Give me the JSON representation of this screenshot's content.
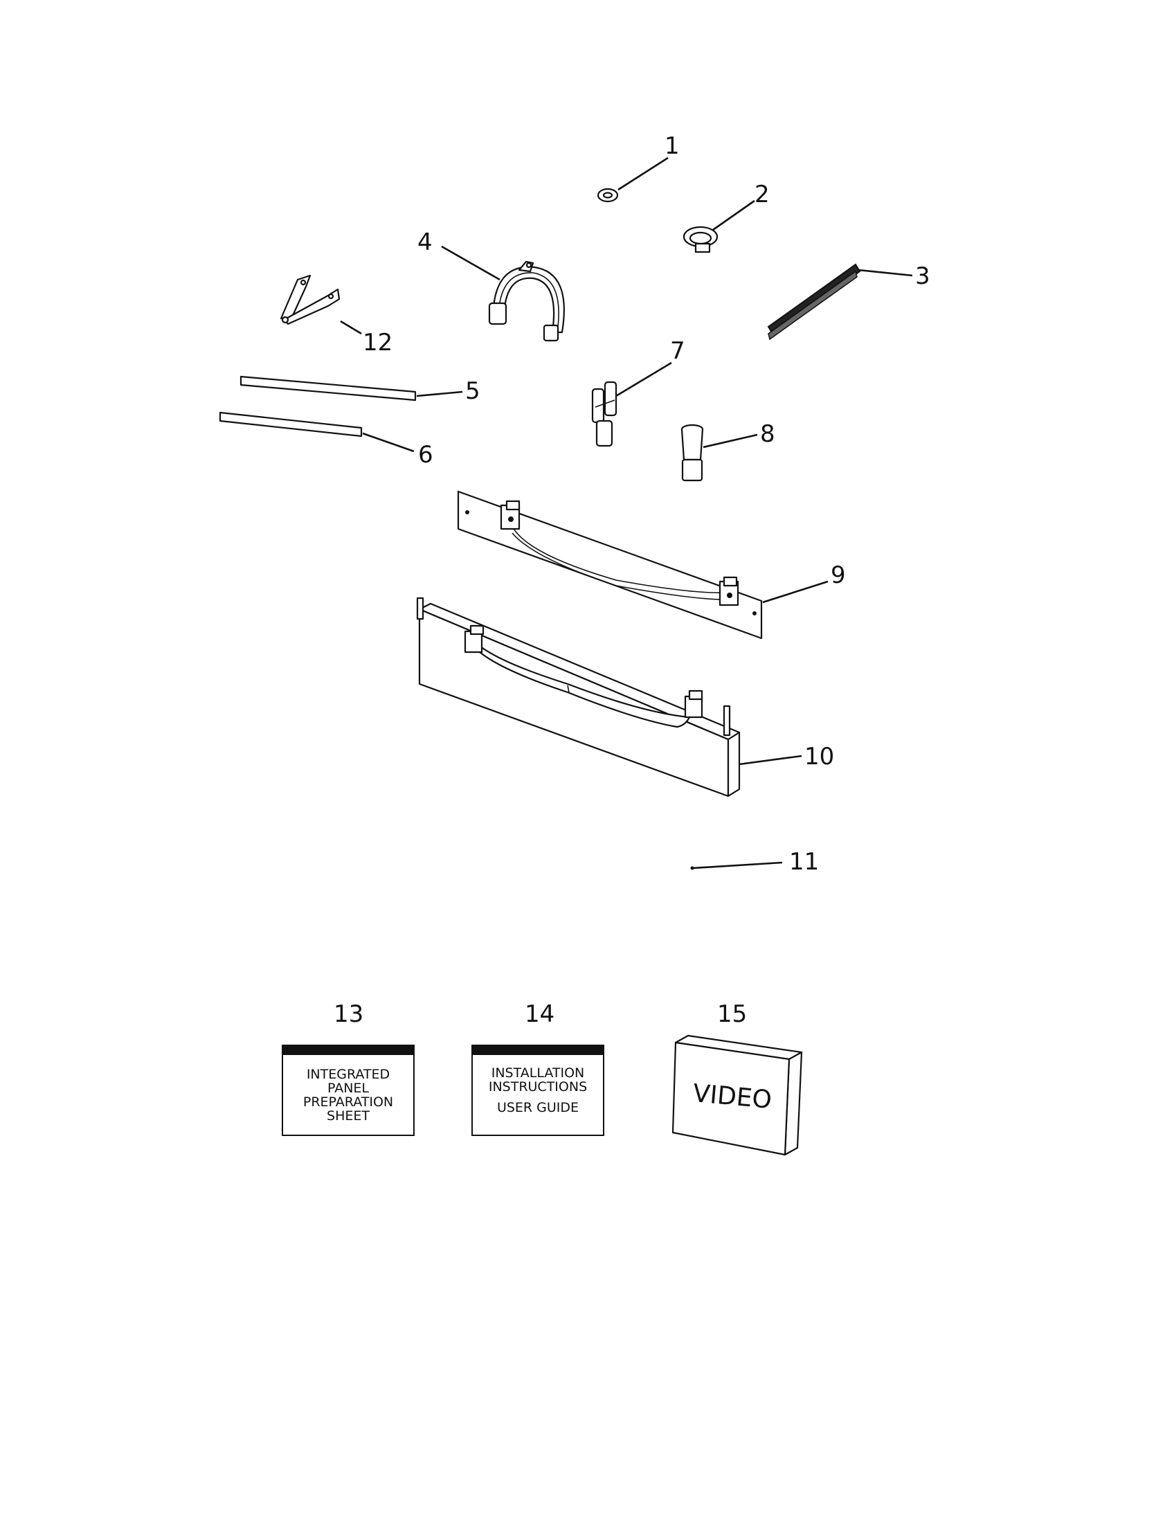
{
  "callouts": {
    "c1": "1",
    "c2": "2",
    "c3": "3",
    "c4": "4",
    "c5": "5",
    "c6": "6",
    "c7": "7",
    "c8": "8",
    "c9": "9",
    "c10": "10",
    "c11": "11",
    "c12": "12",
    "c13": "13",
    "c14": "14",
    "c15": "15"
  },
  "documents": {
    "doc13": {
      "line1": "INTEGRATED",
      "line2": "PANEL",
      "line3": "PREPARATION",
      "line4": "SHEET"
    },
    "doc14": {
      "line1": "INSTALLATION",
      "line2": "INSTRUCTIONS",
      "line3": "USER GUIDE"
    },
    "doc15": {
      "label": "VIDEO"
    }
  }
}
